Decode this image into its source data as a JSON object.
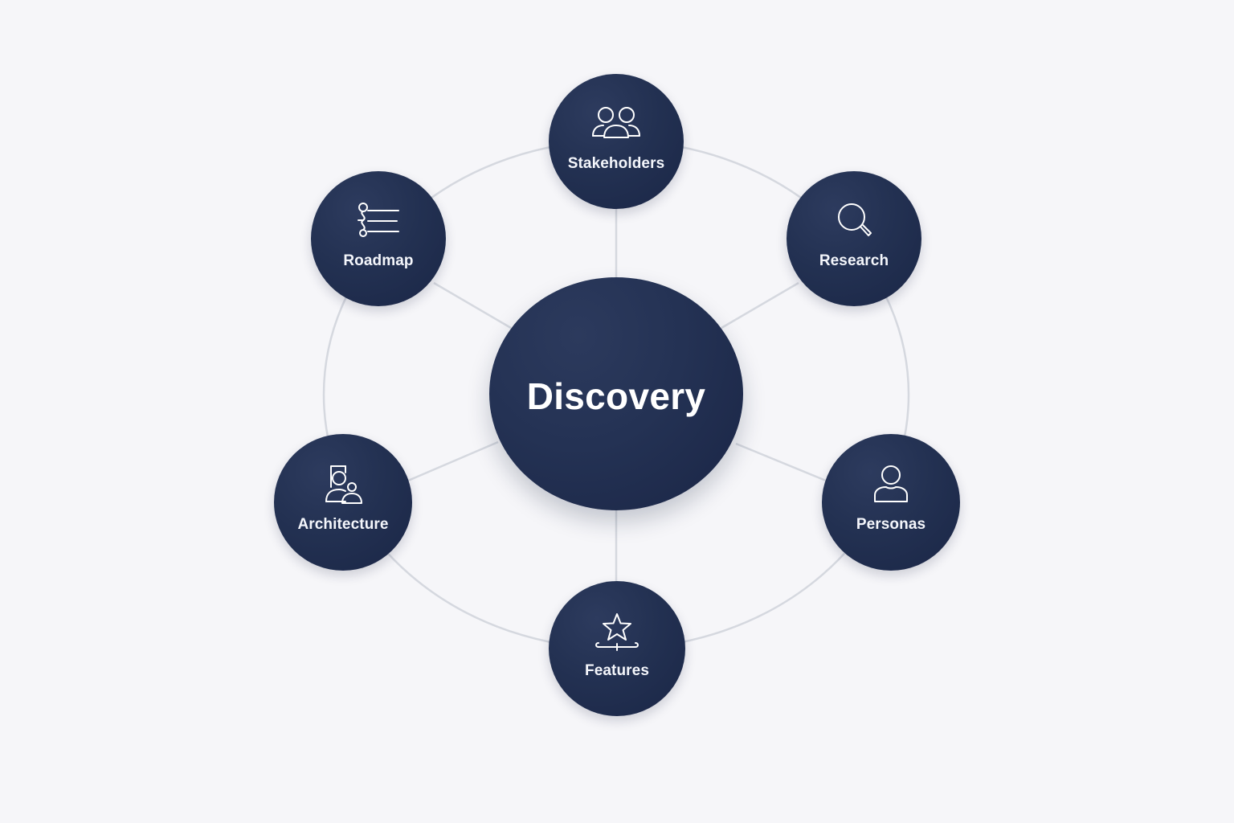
{
  "diagram": {
    "title": "Discovery",
    "colors": {
      "background": "#f6f6f9",
      "node_fill": "#233152",
      "node_fill_dark": "#1a2646",
      "connector": "#d5d8df",
      "text": "#ffffff"
    },
    "center": {
      "label": "Discovery"
    },
    "nodes": [
      {
        "id": "stakeholders",
        "label": "Stakeholders",
        "icon": "people-group-icon"
      },
      {
        "id": "research",
        "label": "Research",
        "icon": "magnifier-icon"
      },
      {
        "id": "personas",
        "label": "Personas",
        "icon": "person-icon"
      },
      {
        "id": "features",
        "label": "Features",
        "icon": "star-icon"
      },
      {
        "id": "architecture",
        "label": "Architecture",
        "icon": "profile-frame-icon"
      },
      {
        "id": "roadmap",
        "label": "Roadmap",
        "icon": "roadmap-lines-icon"
      }
    ]
  }
}
